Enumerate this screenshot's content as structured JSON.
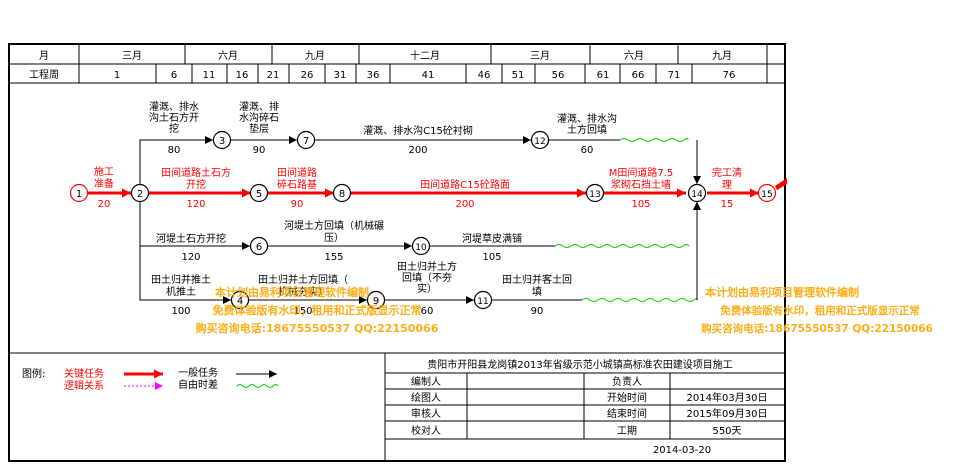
{
  "header": {
    "row_month_label": "月",
    "row_week_label": "工程周",
    "months": [
      "三月",
      "六月",
      "九月",
      "十二月",
      "三月",
      "六月",
      "九月"
    ],
    "weeks": [
      "1",
      "6",
      "11",
      "16",
      "21",
      "26",
      "31",
      "36",
      "41",
      "46",
      "51",
      "56",
      "61",
      "66",
      "71",
      "76"
    ]
  },
  "nodes": [
    "1",
    "2",
    "3",
    "4",
    "5",
    "6",
    "7",
    "8",
    "9",
    "10",
    "11",
    "12",
    "13",
    "14",
    "15"
  ],
  "tasks": {
    "t12": {
      "name": "施工\n准备",
      "duration": "20"
    },
    "t25": {
      "name": "田间道路土石方\n开挖",
      "duration": "120"
    },
    "t58": {
      "name": "田间道路\n碎石路基",
      "duration": "90"
    },
    "t813": {
      "name": "田间道路C15砼路面",
      "duration": "200"
    },
    "t1314": {
      "name": "M田间道路7.5\n浆砌石挡土墙",
      "duration": "105"
    },
    "t1415": {
      "name": "完工清\n理",
      "duration": "15"
    },
    "t23": {
      "name": "灌溉、排水\n沟土石方开\n挖",
      "duration": "80"
    },
    "t37": {
      "name": "灌溉、排\n水沟碎石\n垫层",
      "duration": "90"
    },
    "t712": {
      "name": "灌溉、排水沟C15砼衬砌",
      "duration": "200"
    },
    "t1214": {
      "name": "灌溉、排水沟\n土方回填",
      "duration": "60"
    },
    "t26": {
      "name": "河堤土石方开挖",
      "duration": "120"
    },
    "t610": {
      "name": "河堤土方回填（机械碾\n压）",
      "duration": "155"
    },
    "t1014": {
      "name": "河堤草皮满铺",
      "duration": "105"
    },
    "t24": {
      "name": "田土归并推土\n机推土",
      "duration": "100"
    },
    "t49": {
      "name": "田土归并土方回填（\n机械夯实）",
      "duration": "150"
    },
    "t911": {
      "name": "田土归并土方\n回填（不夯\n实）",
      "duration": "60"
    },
    "t1114": {
      "name": "田土归并客土回\n填",
      "duration": "90"
    }
  },
  "watermark": {
    "line1": "本计划由易利项目管理软件编制",
    "line2": "免费体验版有水印，租用和正式版显示正常",
    "line3": "购买咨询电话:18675550537 QQ:22150066"
  },
  "legend": {
    "title": "图例:",
    "critical": "关键任务",
    "logic": "逻辑关系",
    "general": "一般任务",
    "float": "自由时差"
  },
  "info": {
    "project_title": "贵阳市开阳县龙岗镇2013年省级示范小城镇高标准农田建设项目施工",
    "editor_label": "编制人",
    "editor_value": "",
    "responsible_label": "负责人",
    "responsible_value": "",
    "drawer_label": "绘图人",
    "drawer_value": "",
    "start_label": "开始时间",
    "start_value": "2014年03月30日",
    "reviewer_label": "审核人",
    "reviewer_value": "",
    "end_label": "结束时间",
    "end_value": "2015年09月30日",
    "checker_label": "校对人",
    "checker_value": "",
    "duration_label": "工期",
    "duration_value": "550天",
    "date": "2014-03-20"
  },
  "colors": {
    "critical": "#ff0000",
    "normal": "#000000",
    "float": "#00cc00",
    "logic": "#ff00ff",
    "watermark": "#ffa500"
  }
}
